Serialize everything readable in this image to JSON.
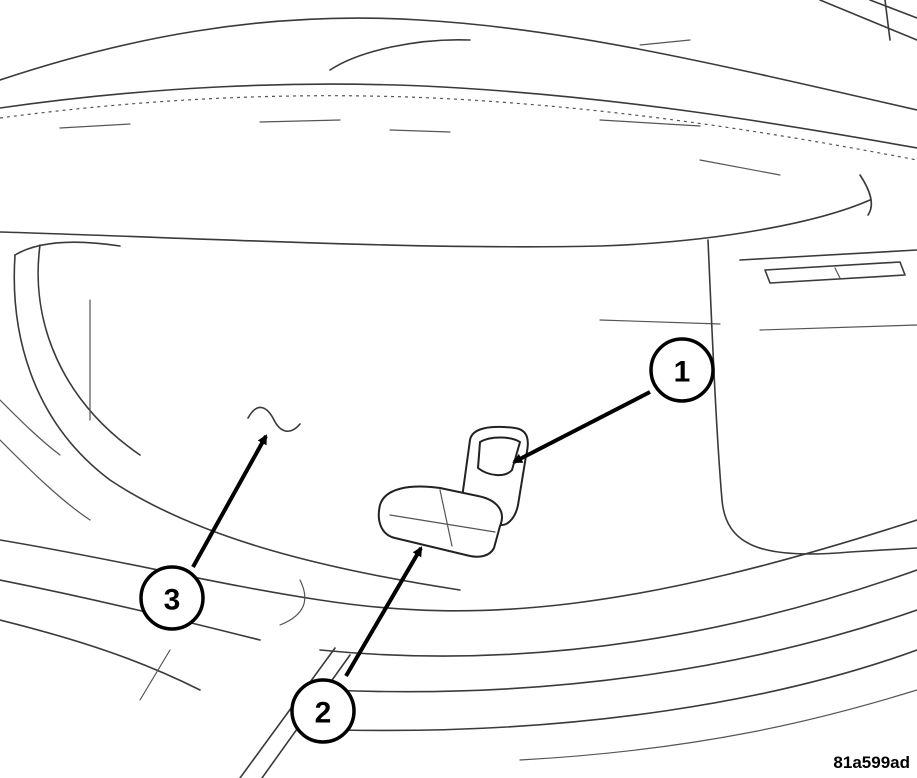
{
  "figure_id": "81a599ad",
  "callouts": [
    {
      "id": "1",
      "label": "1"
    },
    {
      "id": "2",
      "label": "2"
    },
    {
      "id": "3",
      "label": "3"
    }
  ],
  "colors": {
    "ink": "#000000",
    "background": "#ffffff"
  }
}
